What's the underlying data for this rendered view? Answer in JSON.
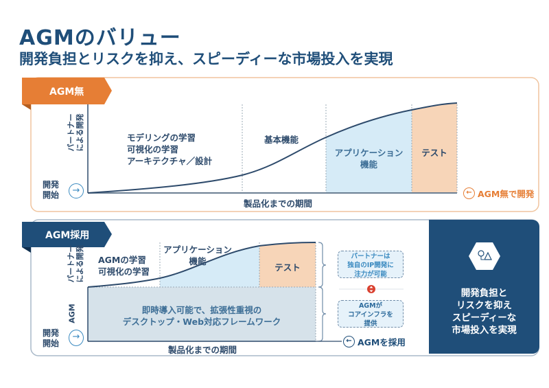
{
  "header": {
    "title": "AGMのバリュー",
    "subtitle": "開発負担とリスクを抑え、スピーディーな市場投入を実現"
  },
  "without": {
    "tab": "AGM無",
    "y_axis": [
      "パートナー",
      "による開発"
    ],
    "start": [
      "開発",
      "開始"
    ],
    "phases": {
      "learning": [
        "モデリングの学習",
        "可視化の学習",
        "アーキテクチャ／設計"
      ],
      "basic": "基本機能",
      "app": [
        "アプリケーション",
        "機能"
      ],
      "test": "テスト"
    },
    "x_axis": "製品化までの期間",
    "end_label": "AGM無で開発"
  },
  "with": {
    "tab": "AGM採用",
    "y_axis": [
      "パートナー",
      "による開発"
    ],
    "agm_axis": "AGM",
    "start": [
      "開発",
      "開始"
    ],
    "phases": {
      "learning": [
        "AGMの学習",
        "可視化の学習"
      ],
      "app": [
        "アプリケーション",
        "機能"
      ],
      "test": "テスト"
    },
    "framework": [
      "即時導入可能で、拡張性重視の",
      "デスクトップ・Web対応フレームワーク"
    ],
    "callout_partner": [
      "パートナーは",
      "独自のIP開発に",
      "注力が可能"
    ],
    "callout_agm": [
      "AGMが",
      "コアインフラを",
      "提供"
    ],
    "x_axis": "製品化までの期間",
    "end_label": "AGMを採用"
  },
  "result": [
    "開発負担と",
    "リスクを抑え",
    "スピーディーな",
    "市場投入を実現"
  ],
  "colors": {
    "navy": "#1f4e79",
    "orange": "#e67e35",
    "app": "#d6ebf7",
    "test": "#f7d5b8",
    "agm": "#d6e2ea"
  }
}
